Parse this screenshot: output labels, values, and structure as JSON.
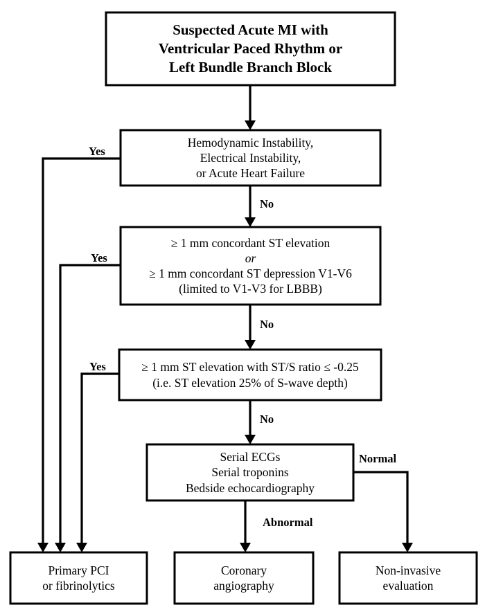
{
  "diagram": {
    "title_box": {
      "lines": [
        "Suspected Acute MI with",
        "Ventricular Paced Rhythm or",
        "Left Bundle Branch Block"
      ]
    },
    "nodes": [
      {
        "id": "hemodynamic",
        "lines": [
          "Hemodynamic Instability,",
          "Electrical Instability,",
          "or Acute Heart Failure"
        ]
      },
      {
        "id": "concordant",
        "lines": [
          "≥ 1 mm concordant ST elevation",
          "or",
          "≥ 1 mm concordant ST depression V1-V6",
          "(limited to V1-V3 for LBBB)"
        ]
      },
      {
        "id": "st-s-ratio",
        "lines": [
          "≥ 1 mm ST elevation with ST/S ratio ≤ -0.25",
          "(i.e. ST elevation 25% of S-wave depth)"
        ]
      },
      {
        "id": "serial-workup",
        "lines": [
          "Serial ECGs",
          "Serial troponins",
          "Bedside echocardiography"
        ]
      },
      {
        "id": "primary-pci",
        "lines": [
          "Primary PCI",
          "or fibrinolytics"
        ]
      },
      {
        "id": "coronary-angiography",
        "lines": [
          "Coronary",
          "angiography"
        ]
      },
      {
        "id": "non-invasive",
        "lines": [
          "Non-invasive",
          "evaluation"
        ]
      }
    ],
    "edge_labels": {
      "yes_hemodynamic": "Yes",
      "yes_concordant": "Yes",
      "yes_st_s_ratio": "Yes",
      "no_hemodynamic": "No",
      "no_concordant": "No",
      "no_st_s_ratio": "No",
      "abnormal": "Abnormal",
      "normal": "Normal"
    },
    "colors": {
      "background": "#ffffff",
      "stroke": "#000000",
      "text": "#000000"
    }
  }
}
